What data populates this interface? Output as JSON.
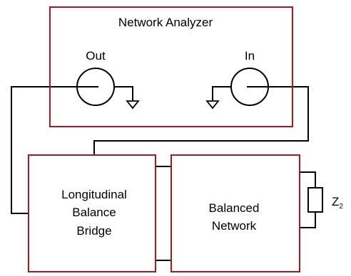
{
  "analyzer": {
    "title": "Network Analyzer",
    "out_label": "Out",
    "in_label": "In"
  },
  "bridge": {
    "line1": "Longitudinal",
    "line2": "Balance",
    "line3": "Bridge"
  },
  "network": {
    "line1": "Balanced",
    "line2": "Network"
  },
  "load": {
    "symbol": "Z",
    "subscript": "2"
  },
  "colors": {
    "box_border": "#b5141d",
    "wire": "#000000"
  }
}
